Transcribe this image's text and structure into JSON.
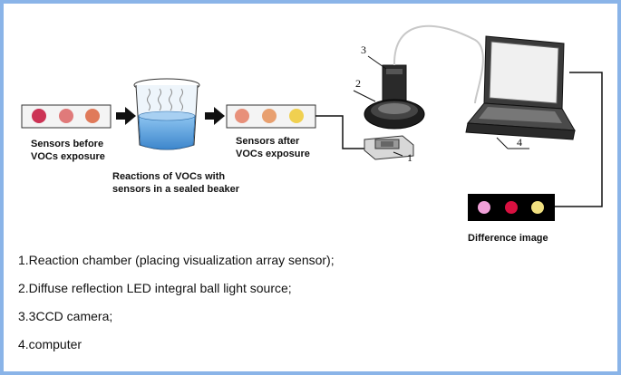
{
  "labels": {
    "sensors_before": [
      "Sensors before",
      "VOCs exposure"
    ],
    "reactions": [
      "Reactions  of VOCs with",
      "sensors in a sealed beaker"
    ],
    "sensors_after": [
      "Sensors  after",
      "VOCs exposure"
    ],
    "difference_image": "Difference image"
  },
  "callouts": {
    "n1": "1",
    "n2": "2",
    "n3": "3",
    "n4": "4"
  },
  "legend": [
    "1.Reaction chamber (placing visualization array sensor);",
    "2.Diffuse reflection LED integral ball light source;",
    "3.3CCD camera;",
    "4.computer"
  ],
  "colors": {
    "border": "#8ab4e8",
    "before_spots": [
      "#cc3355",
      "#e07a7a",
      "#e07a5a"
    ],
    "after_spots": [
      "#e8907a",
      "#e8a070",
      "#f0d050"
    ],
    "difference_spots": [
      "#f0a0d8",
      "#d81040",
      "#f0e080"
    ],
    "beaker_liquid": "#5aa0dc"
  }
}
